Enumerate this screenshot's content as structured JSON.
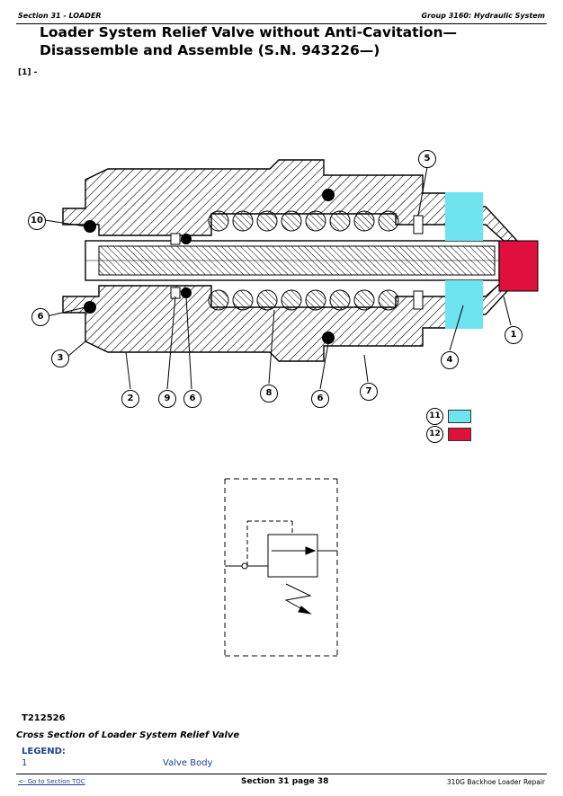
{
  "header": {
    "section": "Section 31 - LOADER",
    "group": "Group 3160: Hydraulic System"
  },
  "title": "Loader System Relief Valve without Anti-Cavitation—Disassemble and Assemble (S.N. 943226—)",
  "reference": "[1] -",
  "callouts": [
    "1",
    "2",
    "3",
    "4",
    "5",
    "6",
    "7",
    "8",
    "9",
    "10",
    "11",
    "12"
  ],
  "color_key": [
    {
      "num": "11",
      "color": "#6ee4f0"
    },
    {
      "num": "12",
      "color": "#e0103c"
    }
  ],
  "figure_id": "T212526",
  "caption": "Cross Section of Loader System Relief Valve",
  "legend": {
    "heading": "LEGEND:",
    "items": [
      {
        "num": "1",
        "text": "Valve Body"
      }
    ]
  },
  "footer": {
    "toc_link": "<- Go to Section TOC",
    "page": "Section 31 page 38",
    "book": "310G Backhoe Loader Repair"
  }
}
